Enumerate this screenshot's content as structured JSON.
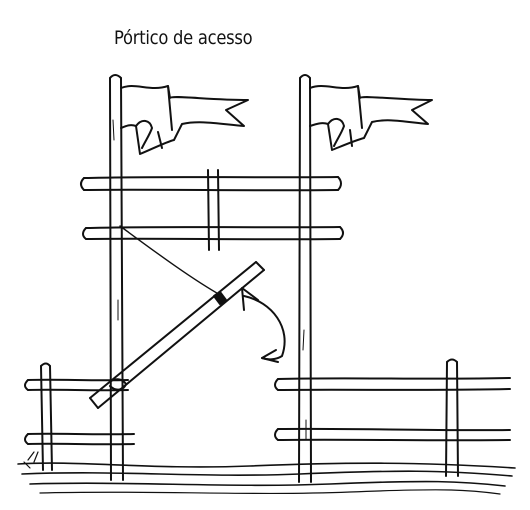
{
  "diagram": {
    "title": "Pórtico de acesso",
    "ink_color": "#111111",
    "background_color": "#ffffff",
    "elements": [
      "left-post",
      "right-post",
      "left-flag",
      "right-flag",
      "upper-crossbar",
      "lower-crossbar",
      "center-stake",
      "gate-bar",
      "diagonal-rope",
      "swing-arrow",
      "left-fence",
      "right-fence",
      "ground"
    ]
  }
}
